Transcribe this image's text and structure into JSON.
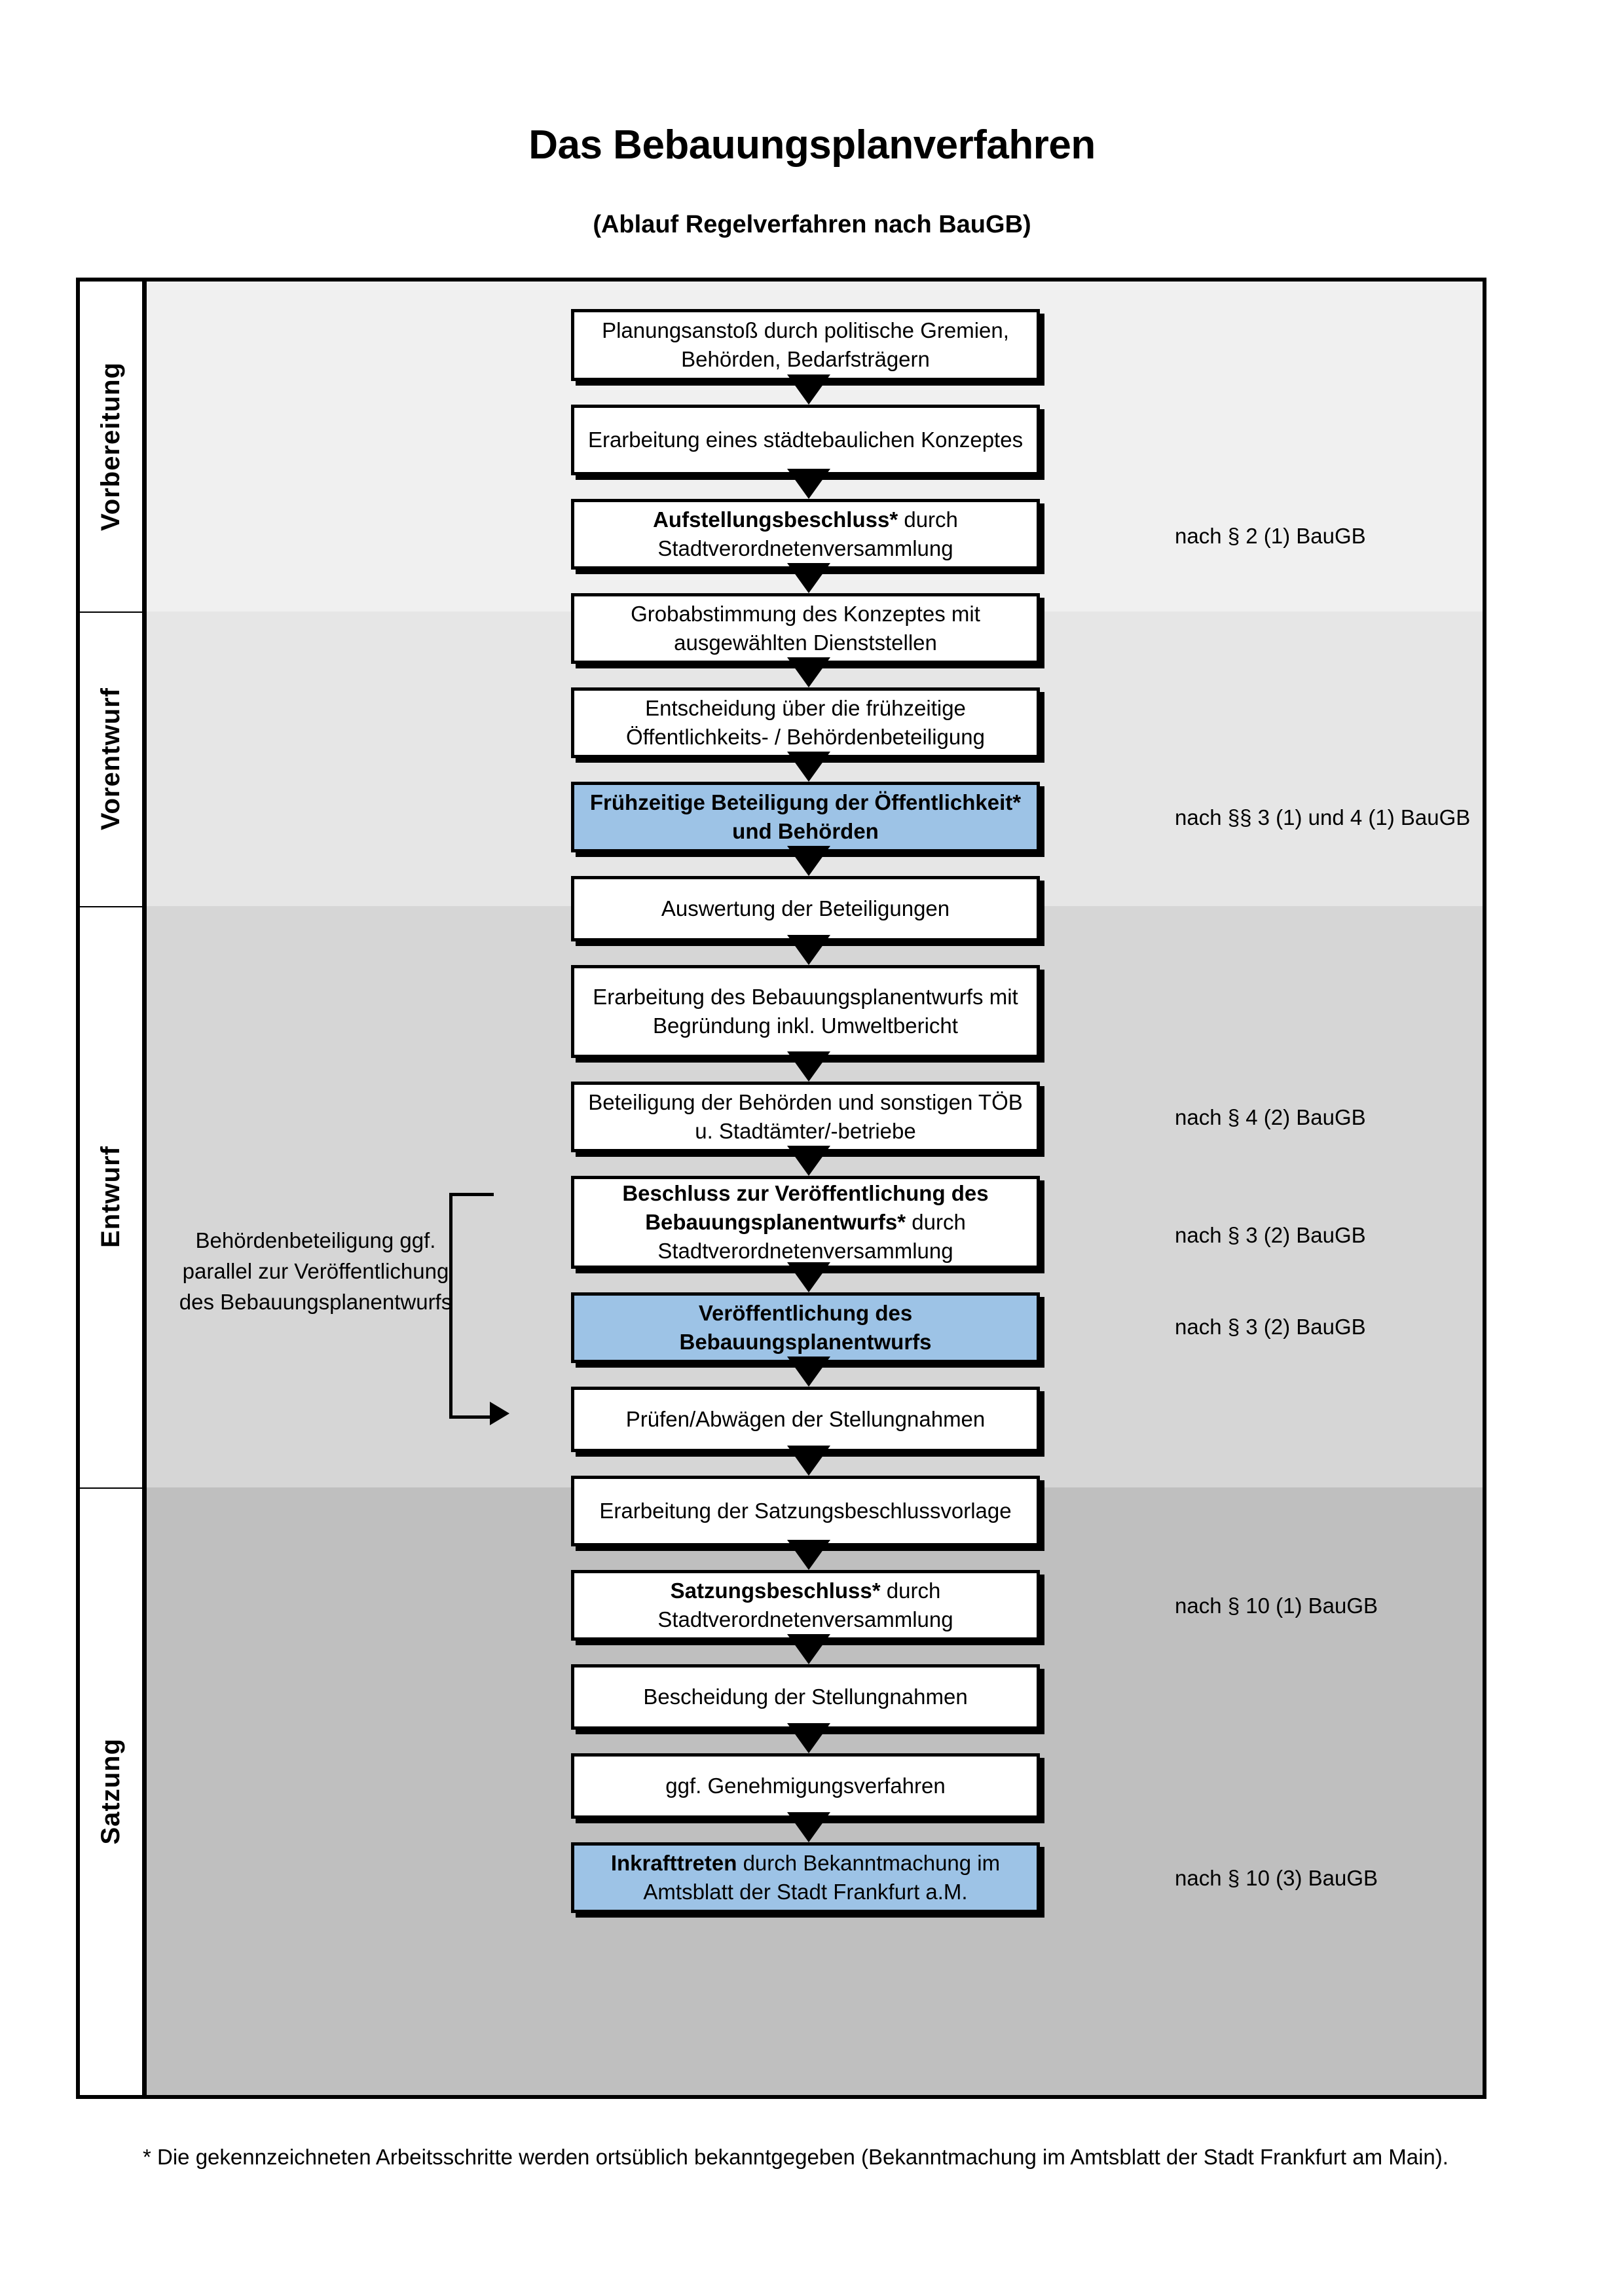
{
  "header": {
    "title": "Das Bebauungsplanverfahren",
    "subtitle": "(Ablauf Regelverfahren nach BauGB)"
  },
  "phases": [
    {
      "id": "vorbereitung",
      "label": "Vorbereitung",
      "fill": "#F0F0F0"
    },
    {
      "id": "vorentwurf",
      "label": "Vorentwurf",
      "fill": "#E6E6E6"
    },
    {
      "id": "entwurf",
      "label": "Entwurf",
      "fill": "#D6D6D6"
    },
    {
      "id": "satzung",
      "label": "Satzung",
      "fill": "#BFBFBF"
    }
  ],
  "steps": [
    {
      "id": "s1",
      "phase": "vorbereitung",
      "text": "Planungsanstoß durch politische Gremien, Behörden, Bedarfsträgern",
      "bold_prefix": "",
      "highlight": false
    },
    {
      "id": "s2",
      "phase": "vorbereitung",
      "text": "Erarbeitung eines städtebaulichen Konzeptes",
      "bold_prefix": "",
      "highlight": false
    },
    {
      "id": "s3",
      "phase": "vorbereitung",
      "text": " durch Stadtverordnetenversammlung",
      "bold_prefix": "Aufstellungsbeschluss*",
      "highlight": false
    },
    {
      "id": "s4",
      "phase": "vorentwurf",
      "text": "Grobabstimmung des Konzeptes mit ausgewählten Dienststellen",
      "bold_prefix": "",
      "highlight": false
    },
    {
      "id": "s5",
      "phase": "vorentwurf",
      "text": "Entscheidung über die frühzeitige Öffentlichkeits- / Behördenbeteiligung",
      "bold_prefix": "",
      "highlight": false
    },
    {
      "id": "s6",
      "phase": "vorentwurf",
      "text": "",
      "bold_prefix": "Frühzeitige Beteiligung der Öffentlichkeit* und Behörden",
      "highlight": true
    },
    {
      "id": "s7",
      "phase": "entwurf",
      "text": "Auswertung der Beteiligungen",
      "bold_prefix": "",
      "highlight": false
    },
    {
      "id": "s8",
      "phase": "entwurf",
      "text": "Erarbeitung des Bebauungsplanentwurfs mit Begründung inkl. Umweltbericht",
      "bold_prefix": "",
      "highlight": false
    },
    {
      "id": "s9",
      "phase": "entwurf",
      "text": "Beteiligung der Behörden und sonstigen TÖB u. Stadtämter/-betriebe",
      "bold_prefix": "",
      "highlight": false
    },
    {
      "id": "s10",
      "phase": "entwurf",
      "text": " durch Stadtverordnetenversammlung",
      "bold_prefix": "Beschluss zur Veröffentlichung des Bebauungsplanentwurfs*",
      "highlight": false
    },
    {
      "id": "s11",
      "phase": "entwurf",
      "text": "",
      "bold_prefix": "Veröffentlichung des Bebauungsplanentwurfs",
      "highlight": true
    },
    {
      "id": "s12",
      "phase": "satzung",
      "text": "Prüfen/Abwägen der Stellungnahmen",
      "bold_prefix": "",
      "highlight": false
    },
    {
      "id": "s13",
      "phase": "satzung",
      "text": "Erarbeitung der Satzungsbeschlussvorlage",
      "bold_prefix": "",
      "highlight": false
    },
    {
      "id": "s14",
      "phase": "satzung",
      "text": " durch Stadtverordnetenversammlung",
      "bold_prefix": "Satzungsbeschluss*",
      "highlight": false
    },
    {
      "id": "s15",
      "phase": "satzung",
      "text": "Bescheidung der Stellungnahmen",
      "bold_prefix": "",
      "highlight": false
    },
    {
      "id": "s16",
      "phase": "satzung",
      "text": "ggf. Genehmigungsverfahren",
      "bold_prefix": "",
      "highlight": false
    },
    {
      "id": "s17",
      "phase": "satzung",
      "text": " durch Bekanntmachung im Amtsblatt der Stadt Frankfurt a.M.",
      "bold_prefix": "Inkrafttreten",
      "highlight": true
    }
  ],
  "legal_references": [
    {
      "id": "l1",
      "text": "nach § 2 (1) BauGB"
    },
    {
      "id": "l2",
      "text": "nach §§ 3 (1) und 4 (1) BauGB"
    },
    {
      "id": "l3",
      "text": "nach § 4 (2) BauGB"
    },
    {
      "id": "l4",
      "text": "nach § 3 (2) BauGB"
    },
    {
      "id": "l5",
      "text": "nach § 3 (2) BauGB"
    },
    {
      "id": "l6",
      "text": "nach § 10 (1) BauGB"
    },
    {
      "id": "l7",
      "text": "nach § 10 (3) BauGB"
    }
  ],
  "side_note": "Behördenbeteiligung ggf. parallel zur Veröffentlichung des Bebauungsplanentwurfs",
  "footnote": "* Die gekennzeichneten Arbeitsschritte werden ortsüblich bekanntgegeben (Bekanntmachung im Amtsblatt  der Stadt Frankfurt am Main).",
  "colors": {
    "highlight_blue": "#9DC3E6",
    "band_1": "#F0F0F0",
    "band_2": "#E6E6E6",
    "band_3": "#D6D6D6",
    "band_4": "#BFBFBF",
    "outline": "#000000"
  }
}
